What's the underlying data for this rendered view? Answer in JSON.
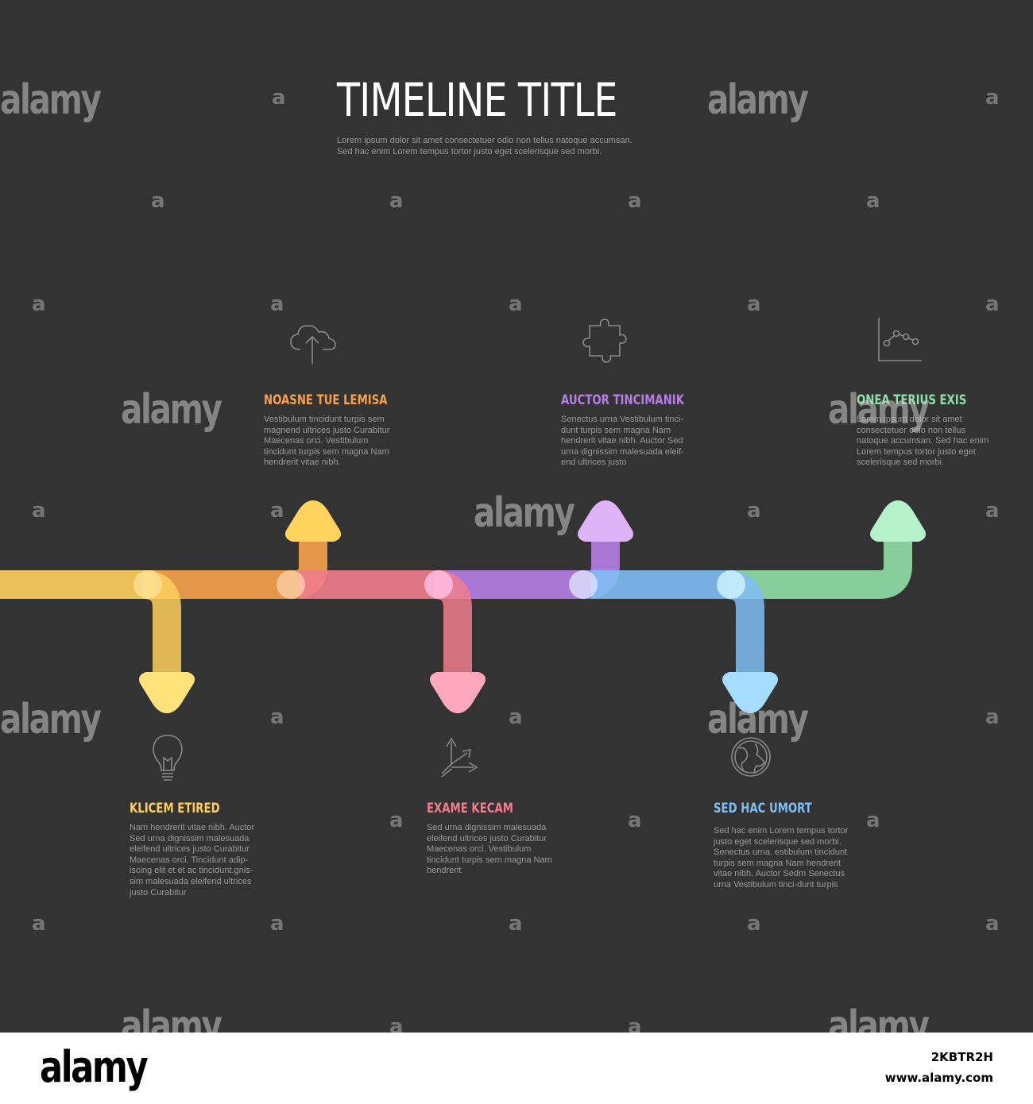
{
  "header": {
    "title": "TIMELINE TITLE",
    "subtitle": "Lorem ipsum dolor sit amet consectetuer odio non tellus natoque accumsan. Sed hac enim Lorem tempus tortor justo eget scelerisque sed morbi."
  },
  "steps": [
    {
      "title": "KLICEM ETIRED",
      "text": "Nam hendrerit vitae nibh. Auctor Sed urna dignissim malesuada eleifend ultrices justo Curabitur Maecenas orci. Tincidunt adip-iscing elit et et ac tincidunt.gnis-sim malesuada eleifend ultrices justo Curabitur",
      "color": "#ffcf5c",
      "icon": "lightbulb-icon",
      "direction": "down"
    },
    {
      "title": "NOASNE TUE LEMISA",
      "text": "Vestibulum tincidunt turpis sem magnend ultrices justo Curabitur Maecenas orci. Vestibulum tincidunt turpis sem magna Nam hendrerit vitae nibh.",
      "color": "#f7a24a",
      "icon": "cloud-upload-icon",
      "direction": "up"
    },
    {
      "title": "EXAME KECAM",
      "text": "Sed urna dignissim malesuada eleifend ultrices justo Curabitur Maecenas orci. Vestibulum tincidunt turpis sem magna Nam hendrerit",
      "color": "#f17c8c",
      "icon": "arrows-split-icon",
      "direction": "down"
    },
    {
      "title": "AUCTOR TINCIMANIK",
      "text": "Senectus urna Vestibulum tinci-dunt turpis sem magna Nam hendrerit vitae nibh. Auctor Sed urna dignissim malesuada eleif-end ultrices justo",
      "color": "#b77fe6",
      "icon": "puzzle-icon",
      "direction": "up"
    },
    {
      "title": "SED HAC UMORT",
      "text": "Sed hac enim Lorem tempus tortor justo eget scelerisque sed morbi. Senectus urna. estibulum tincidunt turpis sem magna Nam hendrerit vitae nibh. Auctor Sedm Senectus urna Vestibulum tinci-dunt turpis",
      "color": "#7fbdf5",
      "icon": "globe-icon",
      "direction": "down"
    },
    {
      "title": "ONEA TERIUS EXIS",
      "text": "Lorem ipsum dolor sit amet consectetuer odio non tellus natoque accumsan. Sed hac enim Lorem tempus tortor justo eget scelerisque sed morbi.",
      "color": "#8fe0a8",
      "icon": "line-chart-icon",
      "direction": "up"
    }
  ],
  "watermark": {
    "brand": "alamy",
    "letter": "a"
  },
  "footer": {
    "brand": "alamy",
    "image_id": "2KBTR2H",
    "url": "www.alamy.com"
  },
  "colors": {
    "background": "#333333",
    "muted_text": "#9a9a9a"
  }
}
